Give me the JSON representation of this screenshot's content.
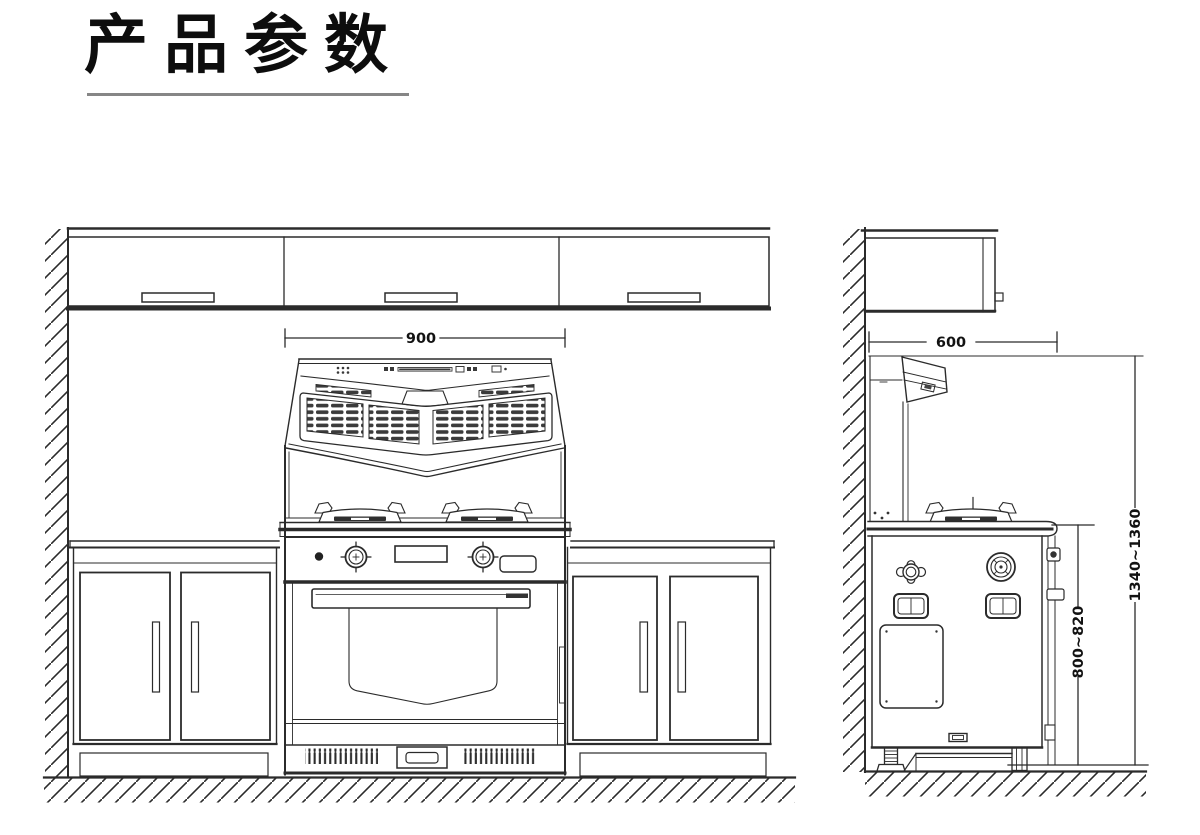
{
  "title": "产品参数",
  "colors": {
    "line": "#2b2b2b",
    "underline": "#868686",
    "louver_fill": "#3b3b3b",
    "background": "#ffffff"
  },
  "dims": {
    "front_width": "900",
    "side_depth": "600",
    "overall_height": "1340~1360",
    "counter_height": "800~820"
  }
}
